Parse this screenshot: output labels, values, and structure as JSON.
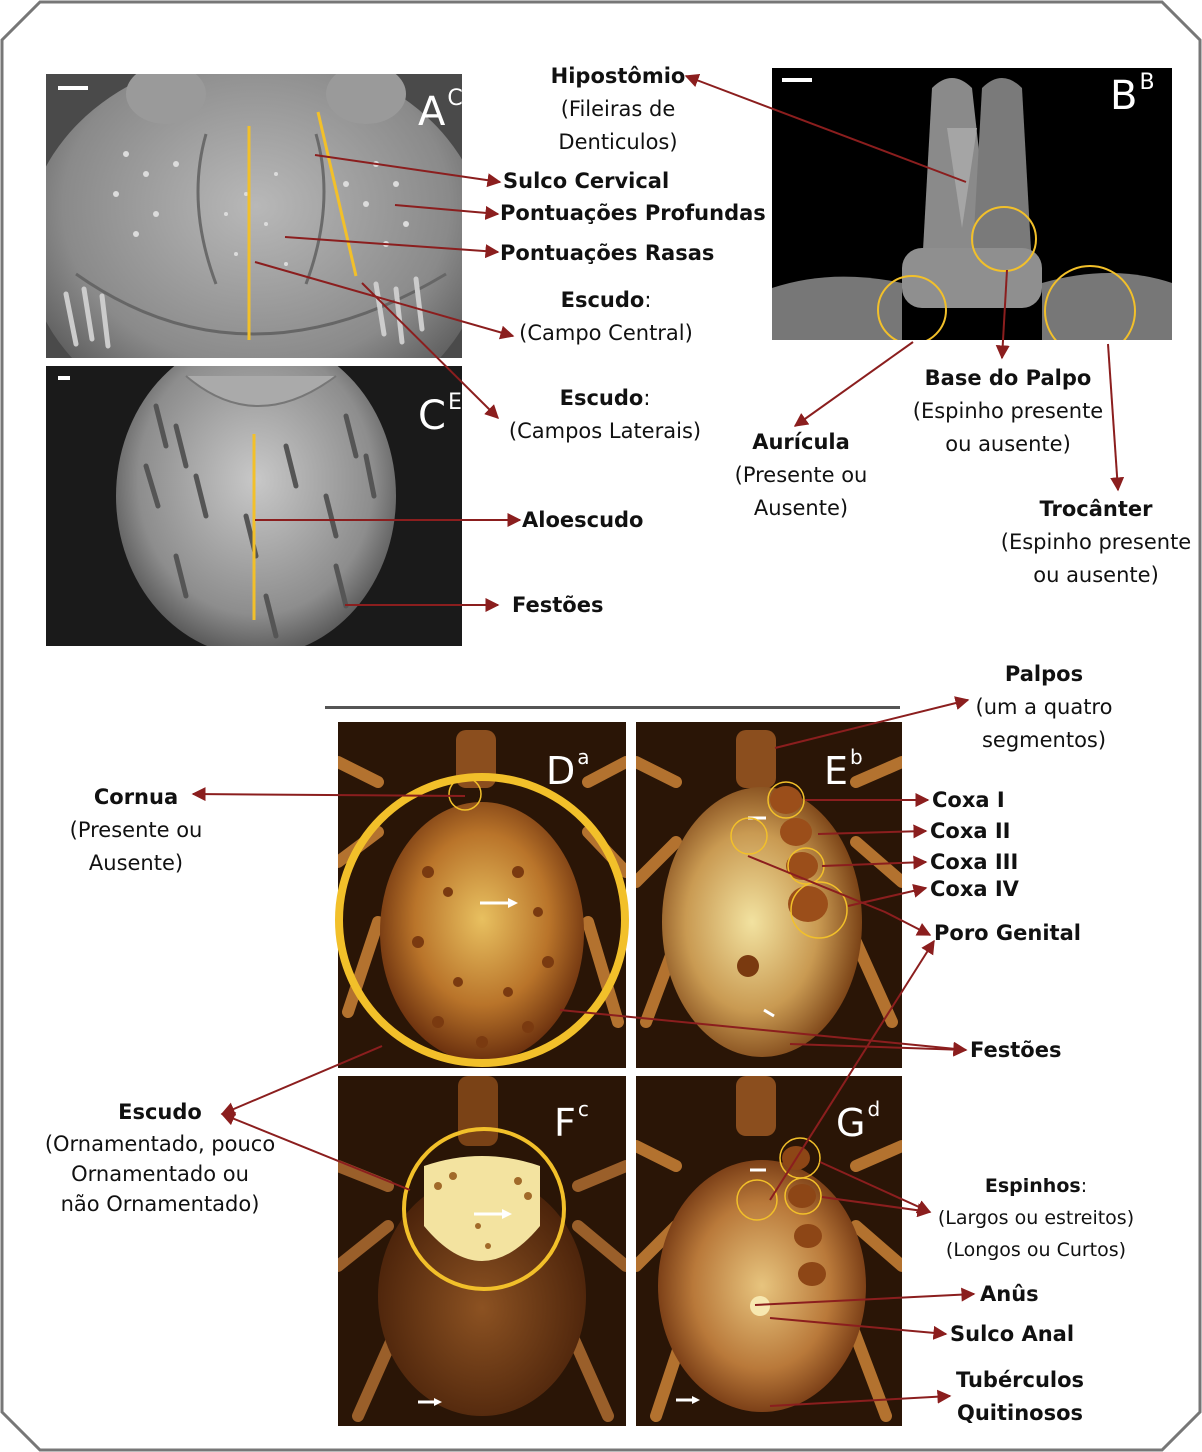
{
  "colors": {
    "arrow": "#8b1e1e",
    "highlight": "#f2c02a",
    "frame": "#777777"
  },
  "panels": {
    "A": {
      "letter": "A",
      "sup": "C"
    },
    "B": {
      "letter": "B",
      "sup": "B"
    },
    "C": {
      "letter": "C",
      "sup": "E"
    },
    "D": {
      "letter": "D",
      "sup": "a"
    },
    "E": {
      "letter": "E",
      "sup": "b"
    },
    "F": {
      "letter": "F",
      "sup": "c"
    },
    "G": {
      "letter": "G",
      "sup": "d"
    }
  },
  "labels": {
    "hipostomio": {
      "title": "Hipostômio",
      "desc1": "(Fileiras de",
      "desc2": "Denticulos)"
    },
    "sulco_cervical": "Sulco Cervical",
    "pontuacoes_profundas": "Pontuações Profundas",
    "pontuacoes_rasas": "Pontuações Rasas",
    "escudo_central": {
      "title": "Escudo",
      "colon": ":",
      "desc": "(Campo Central)"
    },
    "escudo_laterais": {
      "title": "Escudo",
      "colon": ":",
      "desc": "(Campos Laterais)"
    },
    "aloescudo": "Aloescudo",
    "festoes_top": "Festões",
    "base_palpo": {
      "title": "Base do Palpo",
      "desc1": "(Espinho presente",
      "desc2": "ou ausente)"
    },
    "auricula": {
      "title": "Aurícula",
      "desc1": "(Presente ou",
      "desc2": "Ausente)"
    },
    "trocanter": {
      "title": "Trocânter",
      "desc1": "(Espinho presente",
      "desc2": "ou ausente)"
    },
    "palpos": {
      "title": "Palpos",
      "desc1": "(um a quatro",
      "desc2": "segmentos)"
    },
    "cornua": {
      "title": "Cornua",
      "desc1": "(Presente ou",
      "desc2": "Ausente)"
    },
    "coxa1": "Coxa I",
    "coxa2": "Coxa II",
    "coxa3": "Coxa III",
    "coxa4": "Coxa IV",
    "poro_genital": "Poro Genital",
    "festoes_bottom": "Festões",
    "escudo_orn": {
      "title": "Escudo",
      "desc1": "(Ornamentado, pouco",
      "desc2": "Ornamentado ou",
      "desc3": "não Ornamentado)"
    },
    "espinhos": {
      "title": "Espinhos",
      "colon": ":",
      "desc1": "(Largos ou estreitos)",
      "desc2": "(Longos ou Curtos)"
    },
    "anus": "Anûs",
    "sulco_anal": "Sulco Anal",
    "tuberculos": {
      "line1": "Tubérculos",
      "line2": "Quitinosos"
    }
  }
}
